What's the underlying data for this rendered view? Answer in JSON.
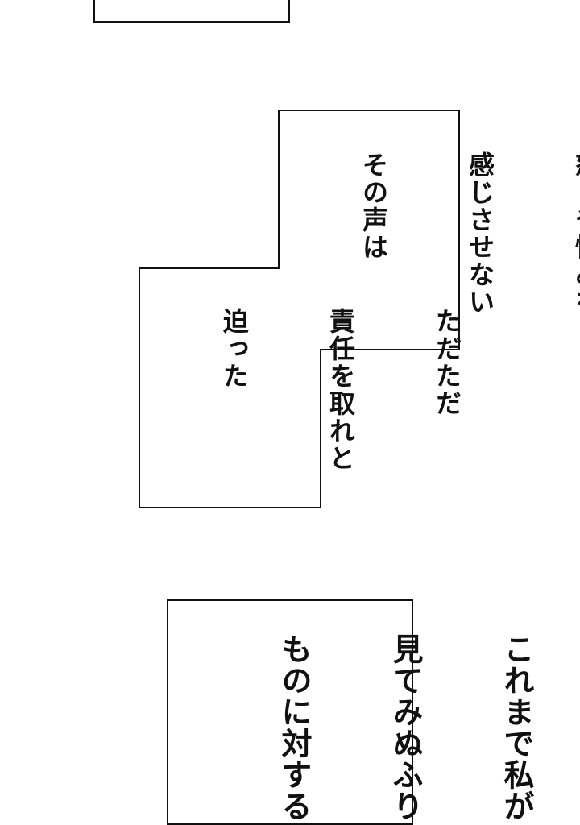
{
  "panel_top": {},
  "panel_middle": {
    "lines_right": [
      "怒りや恨みを",
      "感じさせない",
      "その声は"
    ],
    "lines_left": [
      "ただただ",
      "責任を取れと",
      "迫った"
    ]
  },
  "panel_bottom": {
    "lines": [
      "これまで私が",
      "見てみぬふり",
      "ものに対する"
    ]
  }
}
